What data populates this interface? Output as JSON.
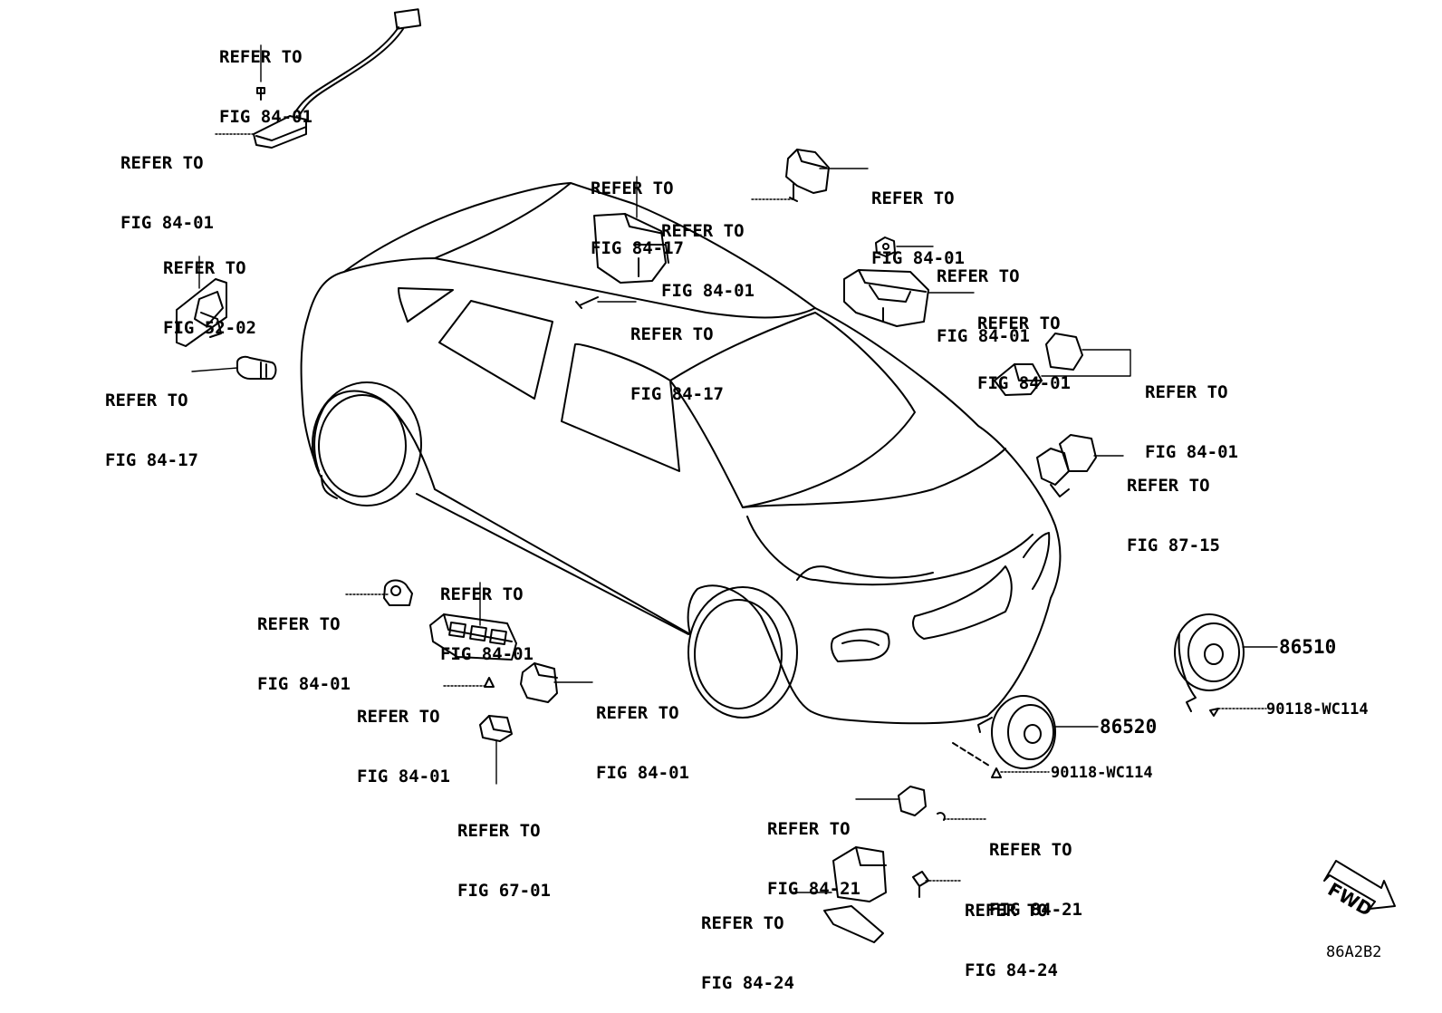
{
  "refs": {
    "r1": {
      "line1": "REFER TO",
      "line2": "FIG 84-01"
    },
    "r2": {
      "line1": "REFER TO",
      "line2": "FIG 84-01"
    },
    "r3": {
      "line1": "REFER TO",
      "line2": "FIG 52-02"
    },
    "r4": {
      "line1": "REFER TO",
      "line2": "FIG 84-17"
    },
    "r5": {
      "line1": "REFER TO",
      "line2": "FIG 84-17"
    },
    "r6": {
      "line1": "REFER TO",
      "line2": "FIG 84-17"
    },
    "r7": {
      "line1": "REFER TO",
      "line2": "FIG 84-01"
    },
    "r8": {
      "line1": "REFER TO",
      "line2": "FIG 84-01"
    },
    "r9": {
      "line1": "REFER TO",
      "line2": "FIG 84-01"
    },
    "r10": {
      "line1": "REFER TO",
      "line2": "FIG 84-01"
    },
    "r11": {
      "line1": "REFER TO",
      "line2": "FIG 84-01"
    },
    "r12": {
      "line1": "REFER TO",
      "line2": "FIG 87-15"
    },
    "r13": {
      "line1": "REFER TO",
      "line2": "FIG 84-01"
    },
    "r14": {
      "line1": "REFER TO",
      "line2": "FIG 84-01"
    },
    "r15": {
      "line1": "REFER TO",
      "line2": "FIG 84-01"
    },
    "r16": {
      "line1": "REFER TO",
      "line2": "FIG 84-01"
    },
    "r17": {
      "line1": "REFER TO",
      "line2": "FIG 67-01"
    },
    "r18": {
      "line1": "REFER TO",
      "line2": "FIG 84-21"
    },
    "r19": {
      "line1": "REFER TO",
      "line2": "FIG 84-21"
    },
    "r20": {
      "line1": "REFER TO",
      "line2": "FIG 84-24"
    },
    "r21": {
      "line1": "REFER TO",
      "line2": "FIG 84-24"
    }
  },
  "parts": {
    "horn_high": "86510",
    "horn_low": "86520",
    "bolt_a": "90118-WC114",
    "bolt_b": "90118-WC114"
  },
  "direction_marker": "FWD",
  "diagram_code": "86A2B2"
}
